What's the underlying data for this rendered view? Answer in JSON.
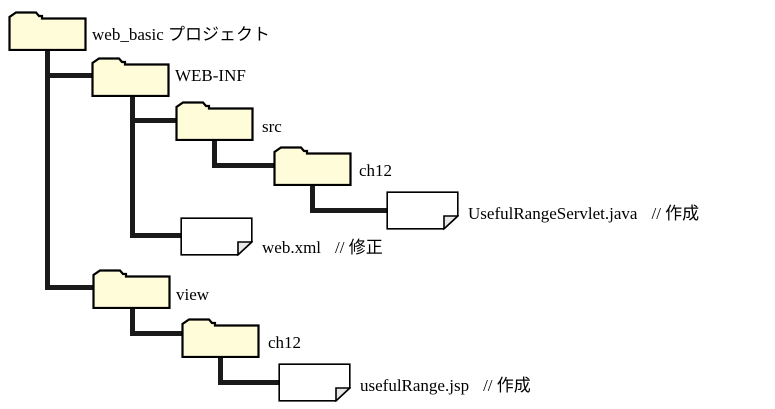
{
  "diagram": {
    "title": "web_basic project directory tree",
    "colors": {
      "folder_fill": "#FFFCD9",
      "folder_stroke": "#000000",
      "file_fill": "#FFFFFF",
      "file_stroke": "#000000",
      "fold_fill": "#E8E8E8",
      "line": "#1A1A1A",
      "text": "#000000",
      "background": "#FFFFFF"
    },
    "nodes": [
      {
        "id": "web_basic",
        "icon": "folder-icon",
        "label": "web_basic プロジェクト",
        "note": "",
        "depth": 0
      },
      {
        "id": "web-inf",
        "icon": "folder-icon",
        "label": "WEB-INF",
        "note": "",
        "depth": 1
      },
      {
        "id": "src",
        "icon": "folder-icon",
        "label": "src",
        "note": "",
        "depth": 2
      },
      {
        "id": "src-ch12",
        "icon": "folder-icon",
        "label": "ch12",
        "note": "",
        "depth": 3
      },
      {
        "id": "usefulrangeservlet-java",
        "icon": "file-icon",
        "label": "UsefulRangeServlet.java",
        "note": "// 作成",
        "depth": 4
      },
      {
        "id": "web-xml",
        "icon": "file-icon",
        "label": "web.xml",
        "note": "// 修正",
        "depth": 2
      },
      {
        "id": "view",
        "icon": "folder-icon",
        "label": "view",
        "note": "",
        "depth": 1
      },
      {
        "id": "view-ch12",
        "icon": "folder-icon",
        "label": "ch12",
        "note": "",
        "depth": 2
      },
      {
        "id": "usefulrange-jsp",
        "icon": "file-icon",
        "label": "usefulRange.jsp",
        "note": "// 作成",
        "depth": 3
      }
    ]
  }
}
